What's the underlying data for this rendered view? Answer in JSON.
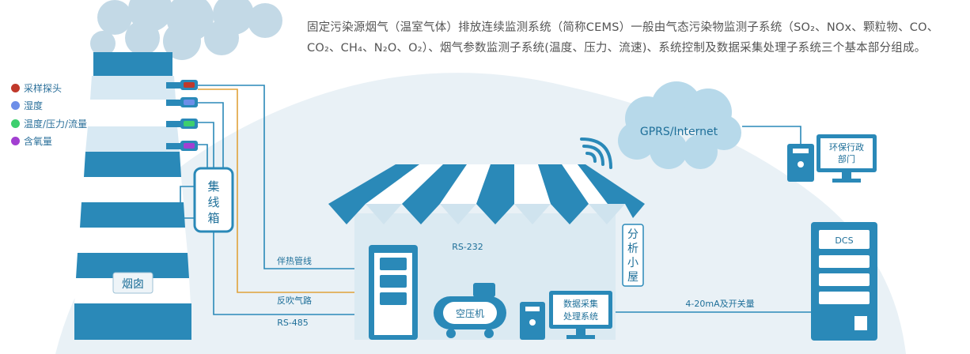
{
  "intro_text": "固定污染源烟气（温室气体）排放连续监测系统（简称CEMS）一般由气态污染物监测子系统（SO₂、NOx、颗粒物、CO、CO₂、CH₄、N₂O、O₂）、烟气参数监测子系统(温度、压力、流速)、系统控制及数据采集处理子系统三个基本部分组成。",
  "legend": [
    {
      "label": "采样探头",
      "color": "#c0392b"
    },
    {
      "label": "湿度",
      "color": "#6d8ee8"
    },
    {
      "label": "温度/压力/流量",
      "color": "#3ecf6e"
    },
    {
      "label": "含氧量",
      "color": "#a23fd1"
    }
  ],
  "labels": {
    "chimney": "烟囱",
    "junction_box": [
      "集",
      "线",
      "箱"
    ],
    "heated_line": "伴热管线",
    "backblow": "反吹气路",
    "rs485": "RS-485",
    "rs232": "RS-232",
    "analysis_room": [
      "分",
      "析",
      "小",
      "屋"
    ],
    "compressor": "空压机",
    "daq": [
      "数据采集",
      "处理系统"
    ],
    "signal": "4-20mA及开关量",
    "dcs": "DCS",
    "cloud": "GPRS/Internet",
    "epa": [
      "环保行政",
      "部门"
    ]
  },
  "colors": {
    "primary": "#2a89b8",
    "dark": "#1e6f99",
    "light_bg": "#e9f1f6",
    "pipe_orange": "#e0a23a",
    "cloud": "#b7d9ea"
  }
}
